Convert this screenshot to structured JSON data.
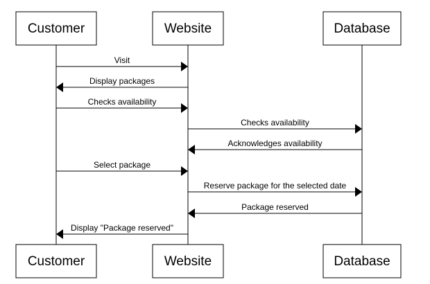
{
  "participants": [
    {
      "id": "customer",
      "label": "Customer"
    },
    {
      "id": "website",
      "label": "Website"
    },
    {
      "id": "database",
      "label": "Database"
    }
  ],
  "messages": [
    {
      "from": "customer",
      "to": "website",
      "label": "Visit"
    },
    {
      "from": "website",
      "to": "customer",
      "label": "Display packages"
    },
    {
      "from": "customer",
      "to": "website",
      "label": "Checks availability"
    },
    {
      "from": "website",
      "to": "database",
      "label": "Checks availability"
    },
    {
      "from": "database",
      "to": "website",
      "label": "Acknowledges availability"
    },
    {
      "from": "customer",
      "to": "website",
      "label": "Select package"
    },
    {
      "from": "website",
      "to": "database",
      "label": "Reserve package for the selected date"
    },
    {
      "from": "database",
      "to": "website",
      "label": "Package reserved"
    },
    {
      "from": "website",
      "to": "customer",
      "label": "Display \"Package reserved\""
    }
  ]
}
